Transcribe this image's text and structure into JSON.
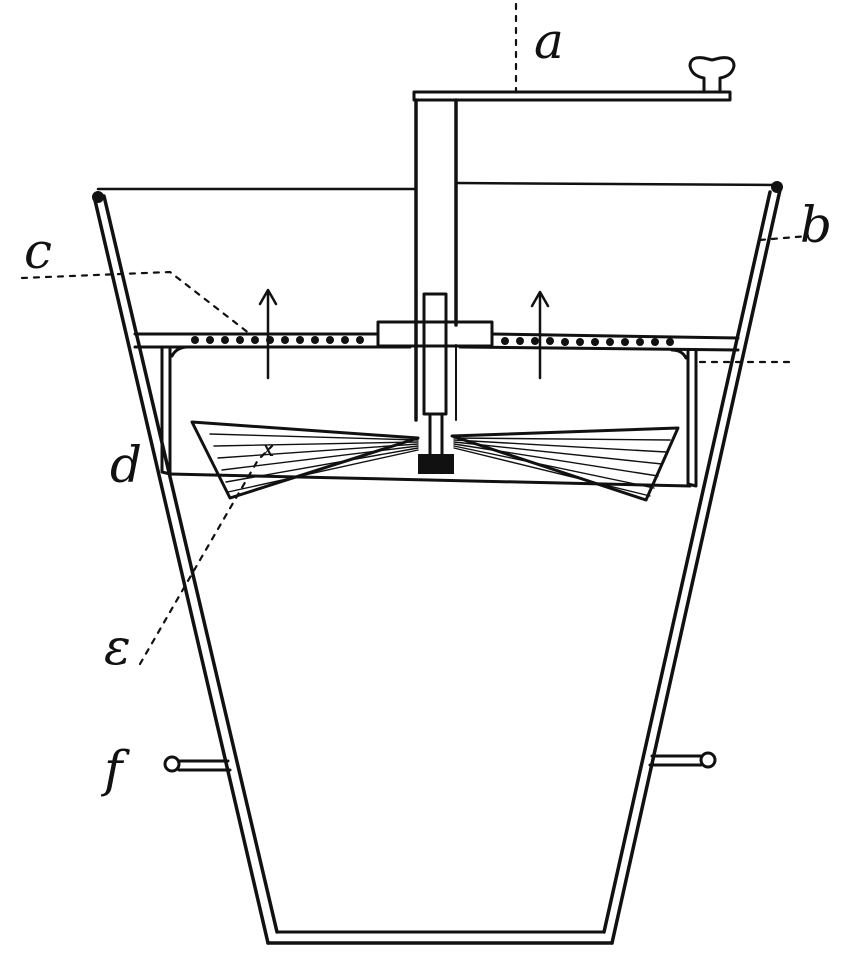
{
  "labels": {
    "a": "a",
    "b": "b",
    "c": "c",
    "d": "d",
    "e": "ε",
    "f": "f"
  },
  "colors": {
    "ink": "#111111",
    "paper": "#ffffff"
  }
}
